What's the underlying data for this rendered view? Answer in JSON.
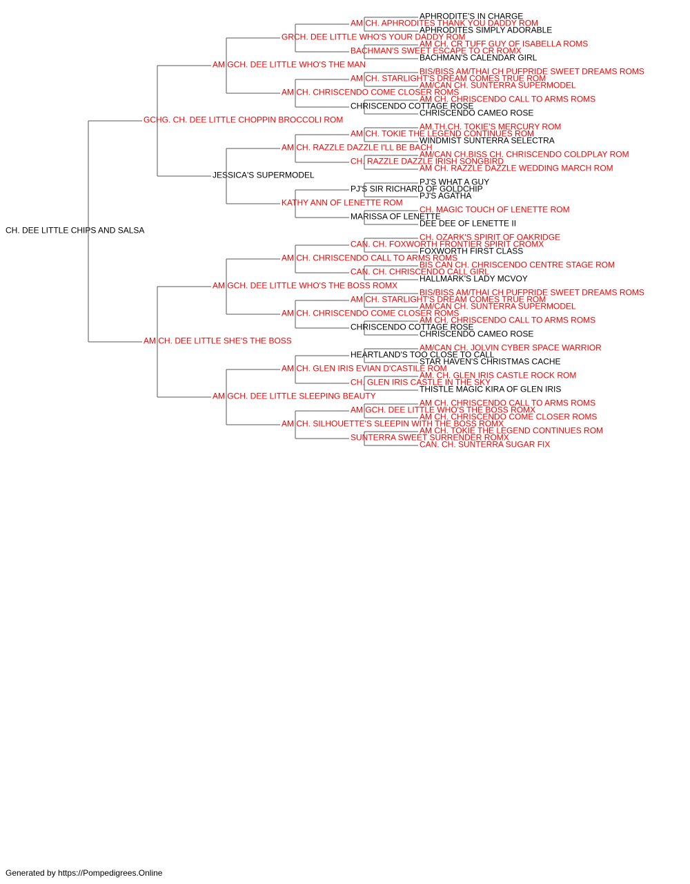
{
  "colors": {
    "title_holder": "#ff0000",
    "normal": "#000000",
    "line": "#555555"
  },
  "footer": "Generated by https://Pompedigrees.Online",
  "pedigree": {
    "name": "CH. DEE LITTLE CHIPS AND SALSA",
    "red": false,
    "sire": {
      "name": "GCHG. CH. DEE LITTLE CHOPPIN BROCCOLI ROM",
      "red": true,
      "sire": {
        "name": "AM GCH. DEE LITTLE WHO'S THE MAN",
        "red": true,
        "sire": {
          "name": "GRCH. DEE LITTLE WHO'S YOUR DADDY ROM",
          "red": true,
          "sire": {
            "name": "AM CH. APHRODITES THANK YOU DADDY ROM",
            "red": true,
            "sire": {
              "name": "APHRODITE'S IN CHARGE",
              "red": false
            },
            "dam": {
              "name": "APHRODITES SIMPLY ADORABLE",
              "red": false
            }
          },
          "dam": {
            "name": "BACHMAN'S SWEET ESCAPE TO CR ROMX",
            "red": true,
            "sire": {
              "name": "AM CH. CR TUFF GUY OF ISABELLA ROMS",
              "red": true
            },
            "dam": {
              "name": "BACHMAN'S CALENDAR GIRL",
              "red": false
            }
          }
        },
        "dam": {
          "name": "AM CH. CHRISCENDO COME CLOSER ROMS",
          "red": true,
          "sire": {
            "name": "AM CH. STARLIGHT'S DREAM COMES TRUE ROM",
            "red": true,
            "sire": {
              "name": "BIS/BISS AM/THAI CH PUFPRIDE SWEET DREAMS ROMS",
              "red": true
            },
            "dam": {
              "name": "AM/CAN CH. SUNTERRA SUPERMODEL",
              "red": true
            }
          },
          "dam": {
            "name": "CHRISCENDO COTTAGE ROSE",
            "red": false,
            "sire": {
              "name": "AM CH. CHRISCENDO CALL TO ARMS ROMS",
              "red": true
            },
            "dam": {
              "name": "CHRISCENDO CAMEO ROSE",
              "red": false
            }
          }
        }
      },
      "dam": {
        "name": "JESSICA'S SUPERMODEL",
        "red": false,
        "sire": {
          "name": "AM CH. RAZZLE DAZZLE I'LL BE BACH",
          "red": true,
          "sire": {
            "name": "AM CH. TOKIE THE LEGEND CONTINUES ROM",
            "red": true,
            "sire": {
              "name": "AM.TH.CH. TOKIE'S MERCURY ROM",
              "red": true
            },
            "dam": {
              "name": "WINDMIST SUNTERRA SELECTRA",
              "red": false
            }
          },
          "dam": {
            "name": "CH. RAZZLE DAZZLE IRISH SONGBIRD",
            "red": true,
            "sire": {
              "name": "AM/CAN CH.BISS CH. CHRISCENDO COLDPLAY ROM",
              "red": true
            },
            "dam": {
              "name": "AM CH. RAZZLE DAZZLE WEDDING MARCH ROM",
              "red": true
            }
          }
        },
        "dam": {
          "name": "KATHY ANN OF LENETTE ROM",
          "red": true,
          "sire": {
            "name": "PJ'S SIR RICHARD OF GOLDCHIP",
            "red": false,
            "sire": {
              "name": "PJ'S WHAT A GUY",
              "red": false
            },
            "dam": {
              "name": "PJ'S AGATHA",
              "red": false
            }
          },
          "dam": {
            "name": "MARISSA OF LENETTE",
            "red": false,
            "sire": {
              "name": "CH. MAGIC TOUCH OF LENETTE ROM",
              "red": true
            },
            "dam": {
              "name": "DEE DEE OF LENETTE II",
              "red": false
            }
          }
        }
      }
    },
    "dam": {
      "name": "AM CH. DEE LITTLE SHE'S THE BOSS",
      "red": true,
      "sire": {
        "name": "AM GCH. DEE LITTLE WHO'S THE BOSS ROMX",
        "red": true,
        "sire": {
          "name": "AM CH. CHRISCENDO CALL TO ARMS ROMS",
          "red": true,
          "sire": {
            "name": "CAN. CH. FOXWORTH FRONTIER SPIRIT CROMX",
            "red": true,
            "sire": {
              "name": "CH. OZARK'S SPIRIT OF OAKRIDGE",
              "red": true
            },
            "dam": {
              "name": "FOXWORTH FIRST CLASS",
              "red": false
            }
          },
          "dam": {
            "name": "CAN. CH. CHRISCENDO CALL GIRL",
            "red": true,
            "sire": {
              "name": "BIS CAN CH. CHRISCENDO CENTRE STAGE ROM",
              "red": true
            },
            "dam": {
              "name": "HALLMARK'S LADY MCVOY",
              "red": false
            }
          }
        },
        "dam": {
          "name": "AM CH. CHRISCENDO COME CLOSER ROMS",
          "red": true,
          "sire": {
            "name": "AM CH. STARLIGHT'S DREAM COMES TRUE ROM",
            "red": true,
            "sire": {
              "name": "BIS/BISS AM/THAI CH PUFPRIDE SWEET DREAMS ROMS",
              "red": true
            },
            "dam": {
              "name": "AM/CAN CH. SUNTERRA SUPERMODEL",
              "red": true
            }
          },
          "dam": {
            "name": "CHRISCENDO COTTAGE ROSE",
            "red": false,
            "sire": {
              "name": "AM CH. CHRISCENDO CALL TO ARMS ROMS",
              "red": true
            },
            "dam": {
              "name": "CHRISCENDO CAMEO ROSE",
              "red": false
            }
          }
        }
      },
      "dam": {
        "name": "AM GCH. DEE LITTLE SLEEPING BEAUTY",
        "red": true,
        "sire": {
          "name": "AM CH. GLEN IRIS EVIAN D'CASTILE ROM",
          "red": true,
          "sire": {
            "name": "HEARTLAND'S TOO CLOSE TO CALL",
            "red": false,
            "sire": {
              "name": "AM/CAN CH. JOLVIN CYBER SPACE WARRIOR",
              "red": true
            },
            "dam": {
              "name": "STAR HAVEN'S CHRISTMAS CACHE",
              "red": false
            }
          },
          "dam": {
            "name": "CH. GLEN IRIS CASTLE IN THE SKY",
            "red": true,
            "sire": {
              "name": "AM. CH. GLEN IRIS CASTLE ROCK ROM",
              "red": true
            },
            "dam": {
              "name": "THISTLE MAGIC KIRA OF GLEN IRIS",
              "red": false
            }
          }
        },
        "dam": {
          "name": "AM CH. SILHOUETTE'S SLEEPIN WITH THE BOSS ROMX",
          "red": true,
          "sire": {
            "name": "AM GCH. DEE LITTLE WHO'S THE BOSS ROMX",
            "red": true,
            "sire": {
              "name": "AM CH. CHRISCENDO CALL TO ARMS ROMS",
              "red": true
            },
            "dam": {
              "name": "AM CH. CHRISCENDO COME CLOSER ROMS",
              "red": true
            }
          },
          "dam": {
            "name": "SUNTERRA SWEET SURRENDER ROMX",
            "red": true,
            "sire": {
              "name": "AM CH. TOKIE THE LEGEND CONTINUES ROM",
              "red": true
            },
            "dam": {
              "name": "CAN. CH. SUNTERRA SUGAR FIX",
              "red": true
            }
          }
        }
      }
    }
  }
}
